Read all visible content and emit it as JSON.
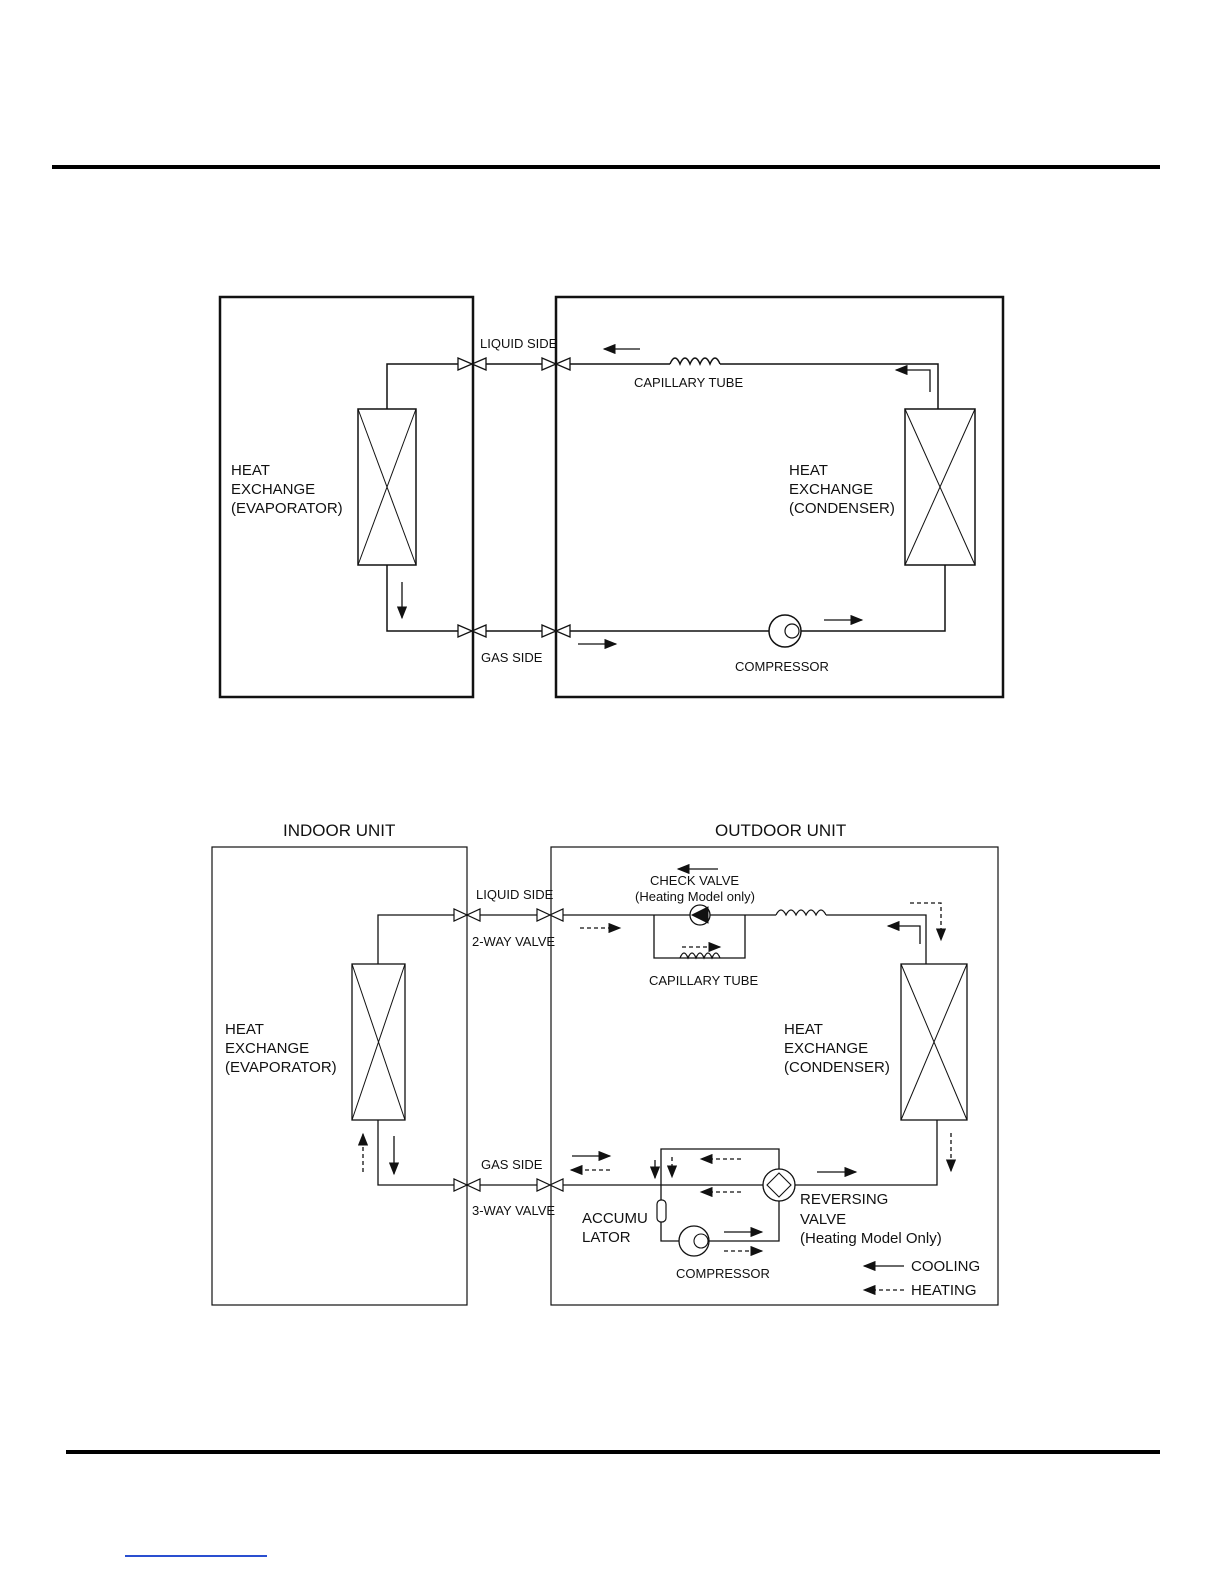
{
  "diagram1": {
    "liquid_side": "LIQUID SIDE",
    "gas_side": "GAS SIDE",
    "capillary_tube": "CAPILLARY TUBE",
    "compressor": "COMPRESSOR",
    "evaporator": [
      "HEAT",
      "EXCHANGE",
      "(EVAPORATOR)"
    ],
    "condenser": [
      "HEAT",
      "EXCHANGE",
      "(CONDENSER)"
    ]
  },
  "diagram2": {
    "indoor_unit": "INDOOR UNIT",
    "outdoor_unit": "OUTDOOR UNIT",
    "liquid_side": "LIQUID SIDE",
    "two_way_valve": "2-WAY VALVE",
    "gas_side": "GAS SIDE",
    "three_way_valve": "3-WAY VALVE",
    "check_valve": [
      "CHECK VALVE",
      "(Heating Model only)"
    ],
    "capillary_tube": "CAPILLARY TUBE",
    "evaporator": [
      "HEAT",
      "EXCHANGE",
      "(EVAPORATOR)"
    ],
    "condenser": [
      "HEAT",
      "EXCHANGE",
      "(CONDENSER)"
    ],
    "accumulator": [
      "ACCUMU",
      "LATOR"
    ],
    "compressor": "COMPRESSOR",
    "reversing_valve": [
      "REVERSING",
      "VALVE",
      "(Heating Model Only)"
    ],
    "legend_cooling": "COOLING",
    "legend_heating": "HEATING"
  }
}
